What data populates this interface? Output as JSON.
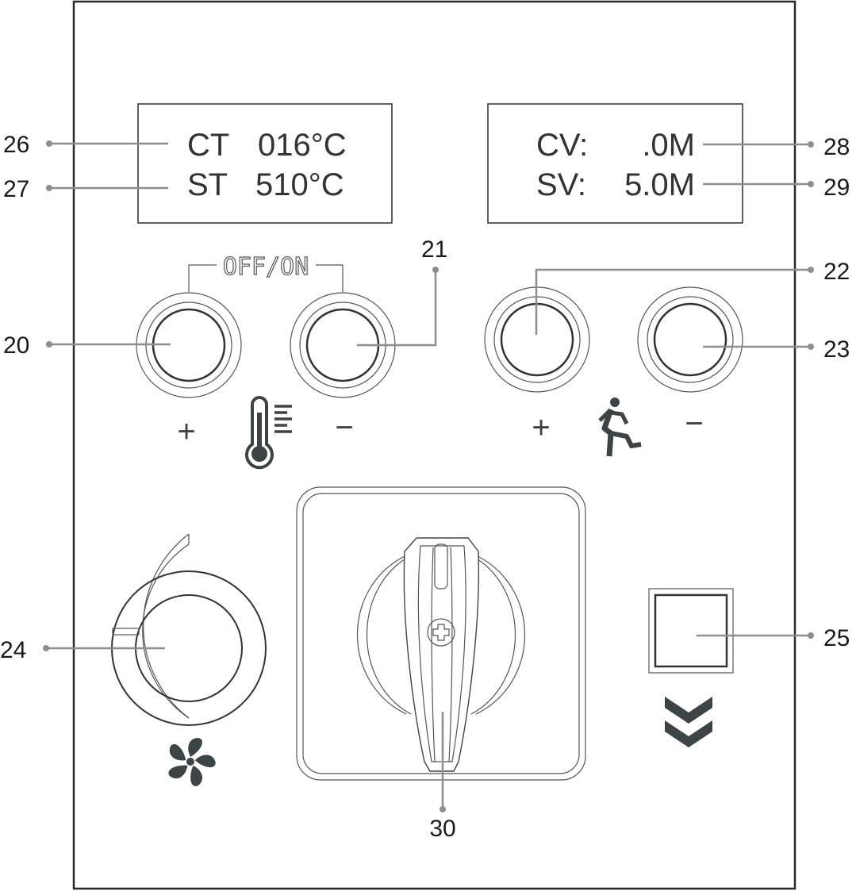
{
  "title": "Control panel diagram",
  "displays": {
    "temperature": {
      "rows": [
        {
          "label": "CT",
          "value": "016°C",
          "callout": "26"
        },
        {
          "label": "ST",
          "value": "510°C",
          "callout": "27"
        }
      ]
    },
    "speed": {
      "rows": [
        {
          "label": "CV:",
          "value": ".0M",
          "callout": "28"
        },
        {
          "label": "SV:",
          "value": "5.0M",
          "callout": "29"
        }
      ]
    }
  },
  "buttons": {
    "temp_plus": {
      "callout": "20",
      "symbol": "+"
    },
    "temp_minus": {
      "callout": "21",
      "symbol": "−"
    },
    "speed_plus": {
      "callout": "22",
      "symbol": "+"
    },
    "speed_minus": {
      "callout": "23",
      "symbol": "−"
    },
    "power_label": "OFF/ON"
  },
  "fan_knob": {
    "callout": "24",
    "icon": "fan-icon"
  },
  "square_button": {
    "callout": "25",
    "icon": "double-chevron-down-icon"
  },
  "rotary_switch": {
    "callout": "30"
  },
  "colors": {
    "line": "#3a3a3a",
    "leader": "#8a8f93",
    "icon": "#3d4446"
  }
}
